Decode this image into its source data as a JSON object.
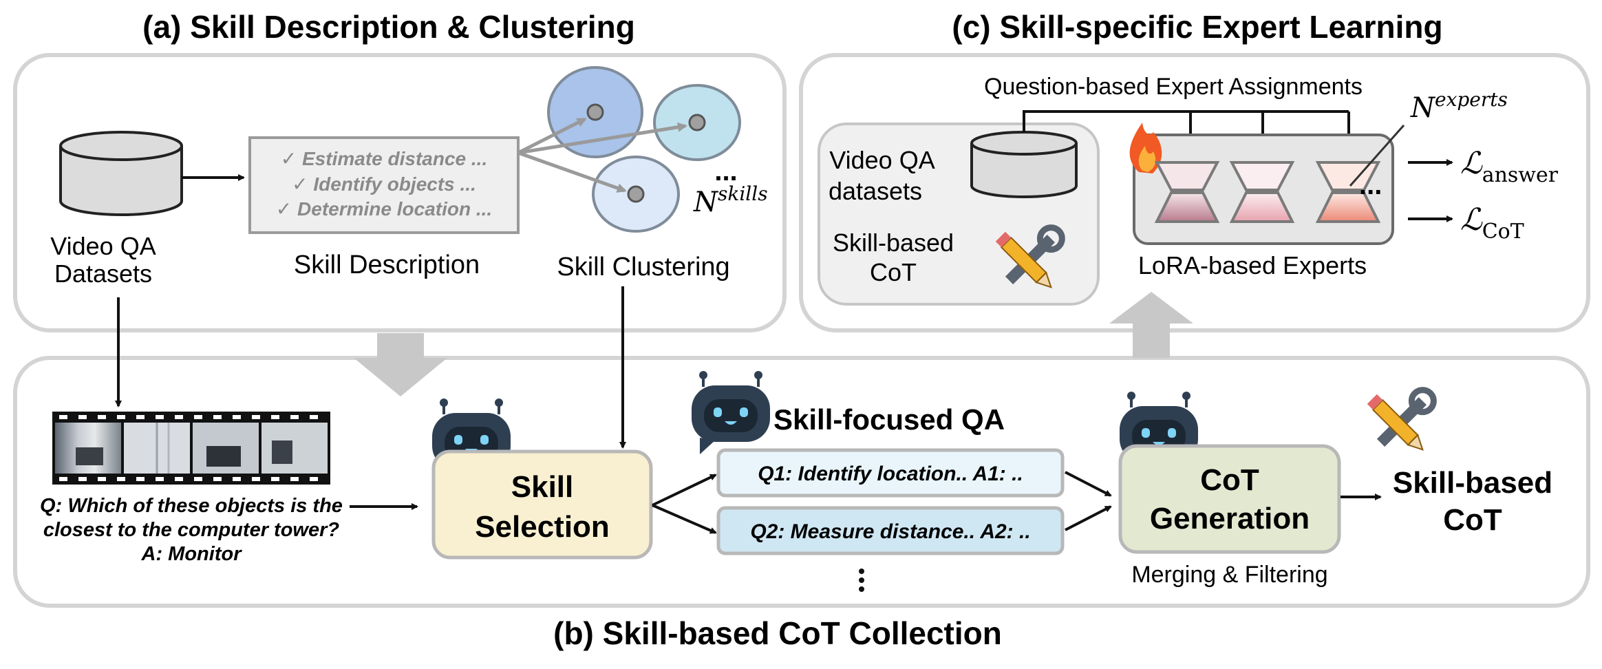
{
  "panel_a": {
    "title": "(a) Skill Description & Clustering",
    "dataset_label_1": "Video QA",
    "dataset_label_2": "Datasets",
    "skill_items": [
      "✓ Estimate distance ...",
      "✓ Identify objects ...",
      "✓ Determine location ..."
    ],
    "skill_description_label": "Skill Description",
    "clustering_label": "Skill Clustering",
    "ellipsis": "...",
    "n_base": "N",
    "n_sup": "skills"
  },
  "panel_b": {
    "title": "(b) Skill-based CoT Collection",
    "question_lines": [
      "Q: Which of these objects is the",
      "closest to the computer tower?",
      "A: Monitor"
    ],
    "skill_selection_lines": [
      "Skill",
      "Selection"
    ],
    "skill_focused_title": "Skill-focused QA",
    "qa1": "Q1: Identify location.. A1: ..",
    "qa2": "Q2: Measure distance.. A2: ..",
    "cot_gen_lines": [
      "CoT",
      "Generation"
    ],
    "merging_label": "Merging & Filtering",
    "output_lines": [
      "Skill-based",
      "CoT"
    ]
  },
  "panel_c": {
    "title": "(c) Skill-specific Expert Learning",
    "assignment_label": "Question-based Expert Assignments",
    "video_qa_lines": [
      "Video QA",
      "datasets"
    ],
    "skill_cot_lines": [
      "Skill-based",
      "CoT"
    ],
    "experts_label": "LoRA-based Experts",
    "n_base": "N",
    "n_sup": "experts",
    "loss_symbol": "ℒ",
    "loss_answer_sub": "answer",
    "loss_cot_sub": "CoT",
    "ellipsis": "..."
  },
  "colors": {
    "panel_fill": "#ffffff",
    "panel_stroke": "#d4d4d4",
    "skill_selection_fill": "#f8f0d0",
    "cot_generation_fill": "#e3e8d1",
    "qa_box_fill": "#cfe7f3",
    "qa_box_inner": "#e9f5fb",
    "cluster_1": "#a9c3ea",
    "cluster_2": "#bfe2ee",
    "cluster_3": "#dde9f8",
    "robot_head": "#2f3f52",
    "robot_eye": "#7fd3f5"
  }
}
